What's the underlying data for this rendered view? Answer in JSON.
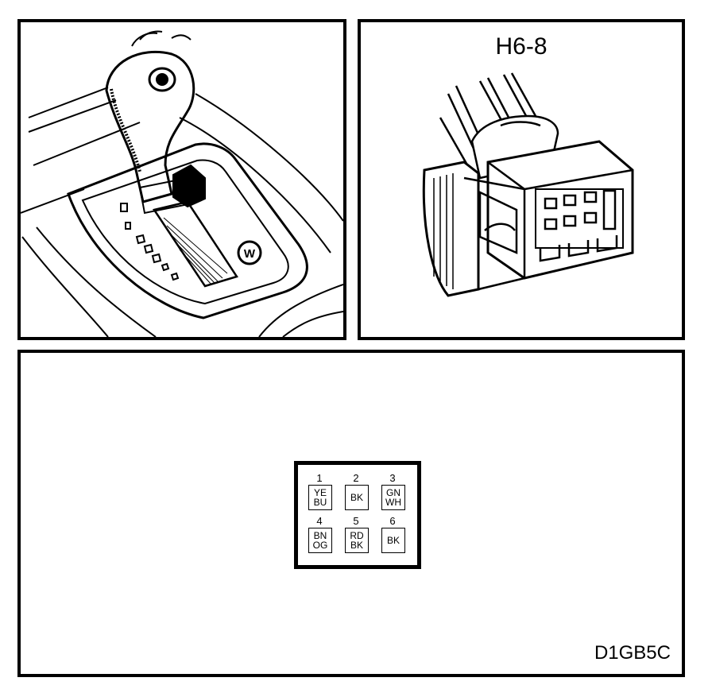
{
  "connector": {
    "title": "H6-8"
  },
  "diagram_id": "D1GB5C",
  "shifter": {
    "knob_label": "W"
  },
  "pins": [
    {
      "number": "1",
      "colors": [
        "YE",
        "BU"
      ]
    },
    {
      "number": "2",
      "colors": [
        "BK"
      ]
    },
    {
      "number": "3",
      "colors": [
        "GN",
        "WH"
      ]
    },
    {
      "number": "4",
      "colors": [
        "BN",
        "OG"
      ]
    },
    {
      "number": "5",
      "colors": [
        "RD",
        "BK"
      ]
    },
    {
      "number": "6",
      "colors": [
        "BK"
      ]
    }
  ]
}
